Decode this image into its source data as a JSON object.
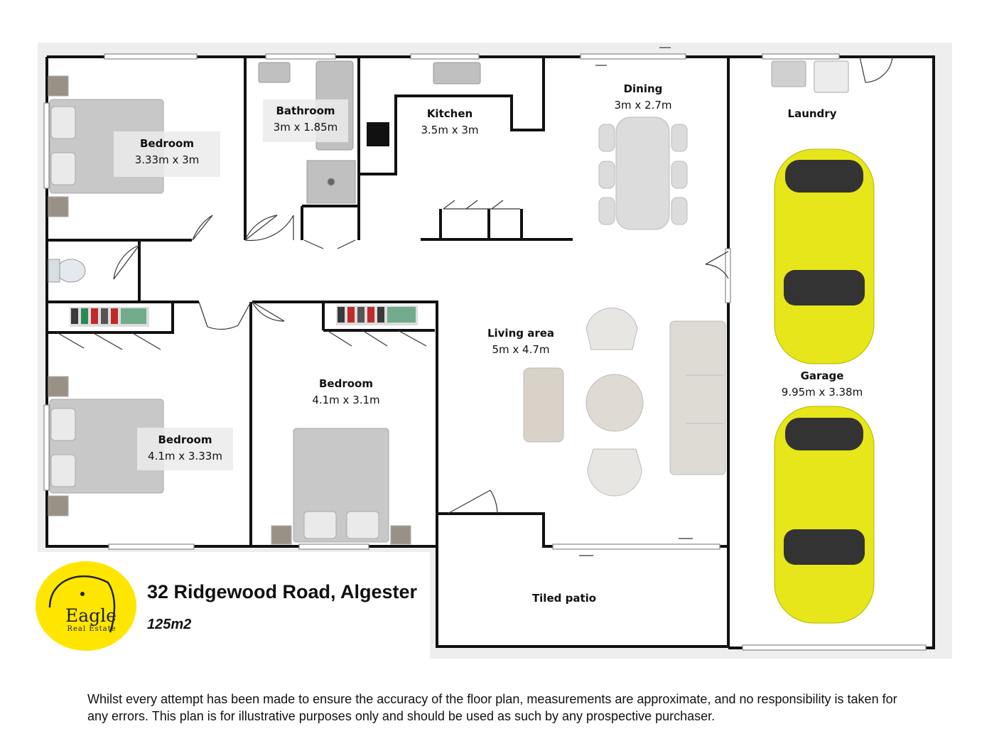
{
  "rooms": {
    "bedroom1": {
      "name": "Bedroom",
      "dims": "3.33m x 3m"
    },
    "bathroom": {
      "name": "Bathroom",
      "dims": "3m x 1.85m"
    },
    "kitchen": {
      "name": "Kitchen",
      "dims": "3.5m x 3m"
    },
    "dining": {
      "name": "Dining",
      "dims": "3m x 2.7m"
    },
    "laundry": {
      "name": "Laundry"
    },
    "living": {
      "name": "Living area",
      "dims": "5m x 4.7m"
    },
    "bedroom2": {
      "name": "Bedroom",
      "dims": "4.1m x 3.1m"
    },
    "bedroom3": {
      "name": "Bedroom",
      "dims": "4.1m x 3.33m"
    },
    "garage": {
      "name": "Garage",
      "dims": "9.95m x 3.38m"
    },
    "patio": {
      "name": "Tiled patio"
    }
  },
  "property": {
    "address": "32 Ridgewood Road, Algester",
    "area": "125m2"
  },
  "logo": {
    "brand": "Eagle",
    "tagline": "Real Estate",
    "color": "#FFE600"
  },
  "disclaimer": "Whilst every attempt has been made to ensure the accuracy of the floor plan, measurements are approximate, and no responsibility is taken for any errors. This plan is for illustrative purposes only and should be used as such by any prospective purchaser.",
  "colors": {
    "wall": "#111111",
    "floor": "#ffffff",
    "furniture": "#cccccc",
    "car": "#e6e61a",
    "backdrop": "#eeeeee"
  }
}
